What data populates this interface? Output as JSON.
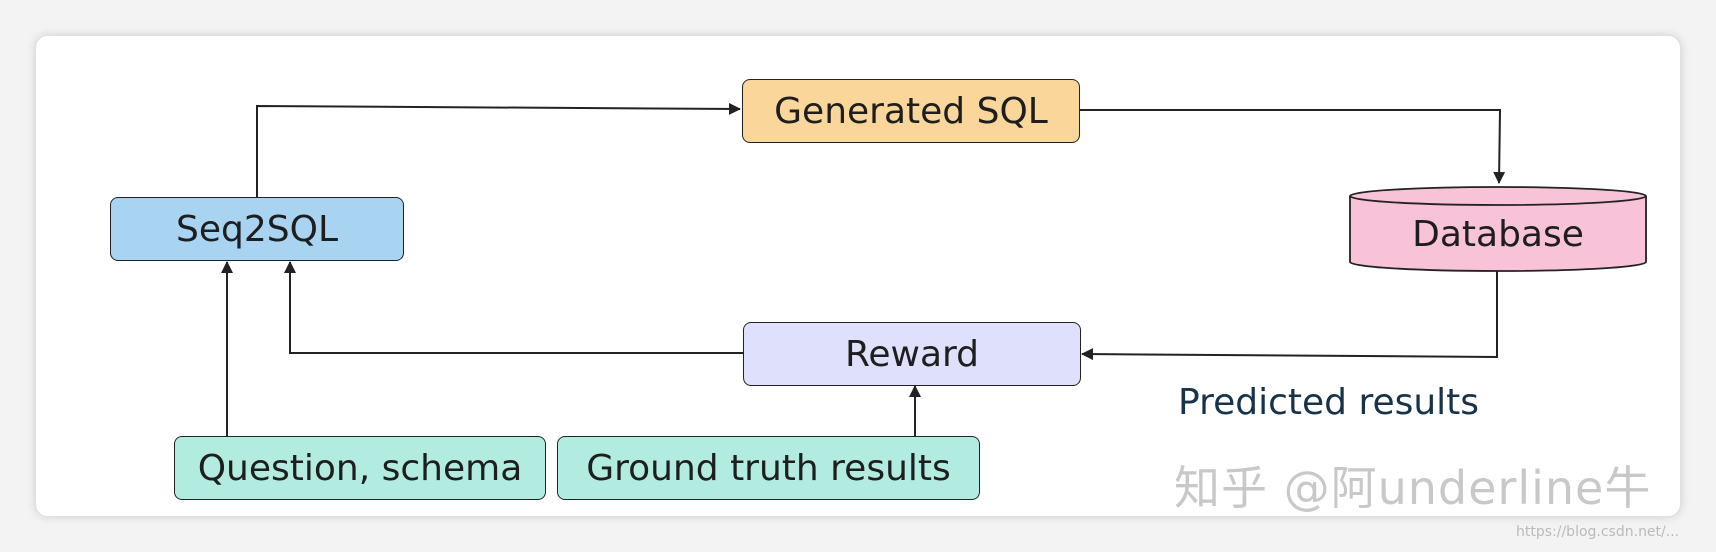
{
  "nodes": {
    "seq2sql": "Seq2SQL",
    "generated_sql": "Generated SQL",
    "database": "Database",
    "reward": "Reward",
    "question_schema": "Question, schema",
    "ground_truth": "Ground truth results"
  },
  "edges": {
    "predicted_results": "Predicted results"
  },
  "watermark": {
    "text": "知乎 @阿underline牛",
    "url": "https://blog.csdn.net/..."
  },
  "colors": {
    "seq2sql_fill": "#a8d4f2",
    "generated_sql_fill": "#fad69a",
    "database_fill": "#f8c3d8",
    "reward_fill": "#dfe0fb",
    "input_fill": "#b2ece0",
    "line": "#222222"
  }
}
